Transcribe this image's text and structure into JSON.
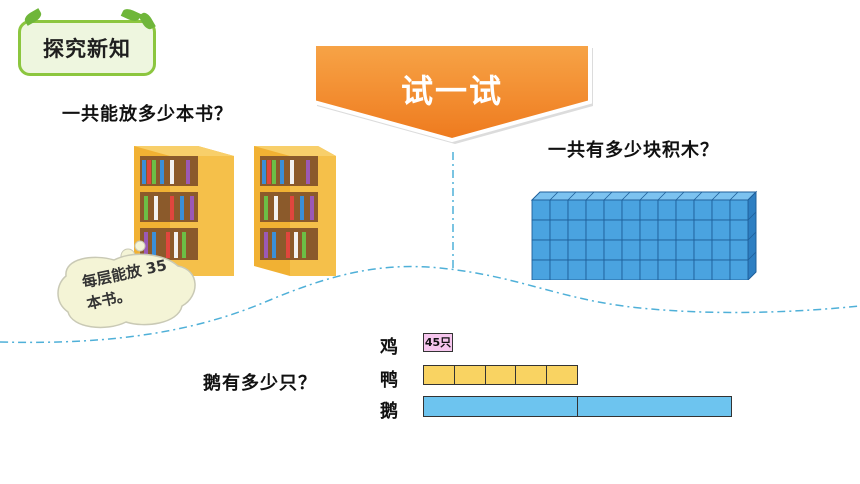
{
  "badge": {
    "label": "探究新知"
  },
  "banner": {
    "title": "试一试"
  },
  "books": {
    "question": "一共能放多少本书？",
    "bubble_line1": "每层能放 35",
    "bubble_line2": "本书。"
  },
  "blocks": {
    "question": "一共有多少块积木？",
    "columns": 12,
    "rows": 4,
    "color": "#4aa3e0"
  },
  "geese": {
    "question": "鹅有多少只？",
    "rows": [
      {
        "label": "鸡",
        "bar_text": "45只",
        "units": 1,
        "color": "#f6c6ee"
      },
      {
        "label": "鸭",
        "units": 5,
        "color": "#f9d362"
      },
      {
        "label": "鹅",
        "units": 2,
        "color": "#6dc4ef"
      }
    ]
  },
  "colors": {
    "accent_orange": "#f08a2c",
    "badge_green": "#8cc63f",
    "divider": "#4fb0d8"
  }
}
